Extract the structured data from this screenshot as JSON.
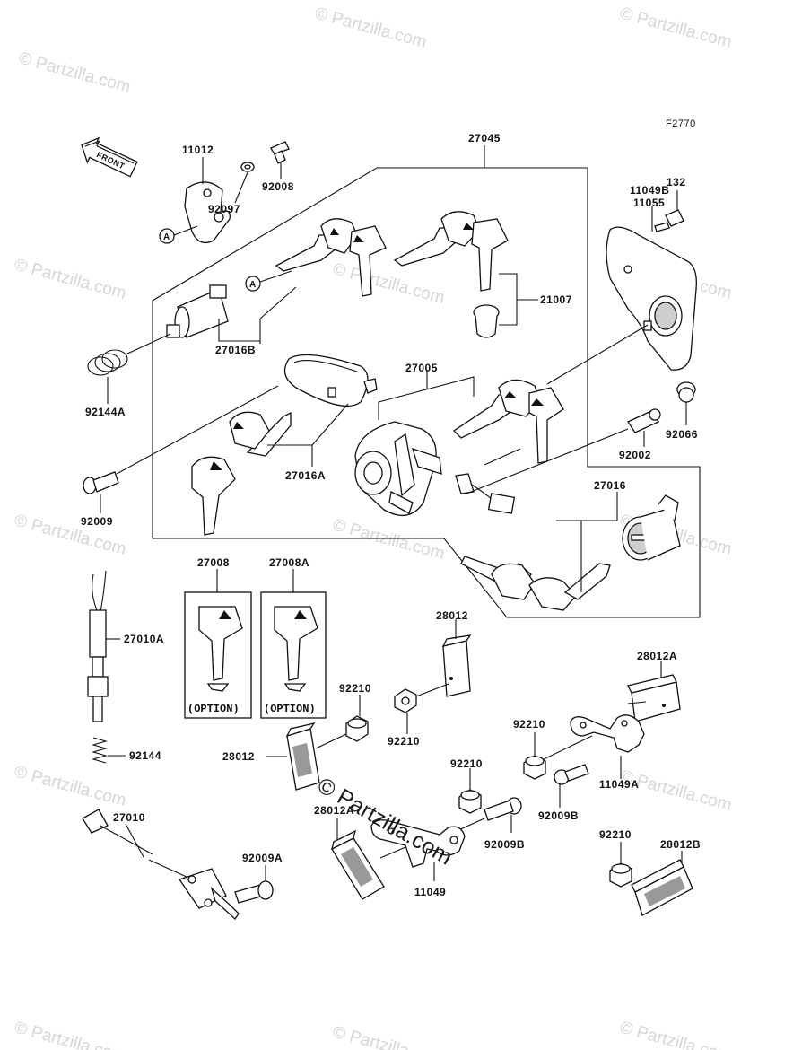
{
  "diagram": {
    "code": "F2770",
    "front_label": "FRONT",
    "watermark": "© Partzilla.com",
    "center_watermark": "© Partzilla.com",
    "callout_a": "A",
    "option_text": "(OPTION)",
    "parts": {
      "p27045": "27045",
      "p11012": "11012",
      "p92008": "92008",
      "p92097": "92097",
      "p11049B": "11049B",
      "p11055": "11055",
      "p132": "132",
      "p21007": "21007",
      "p27016B": "27016B",
      "p92144A": "92144A",
      "p27005": "27005",
      "p92066": "92066",
      "p92002": "92002",
      "p27016A": "27016A",
      "p92009": "92009",
      "p27016": "27016",
      "p27008": "27008",
      "p27008A": "27008A",
      "p27010A": "27010A",
      "p28012_top": "28012",
      "p92210_a": "92210",
      "p92210_b": "92210",
      "p28012A_top": "28012A",
      "p92144": "92144",
      "p28012_mid": "28012",
      "p92210_c": "92210",
      "p92210_d": "92210",
      "p11049A": "11049A",
      "p27010": "27010",
      "p28012A_bot": "28012A",
      "p92009B_a": "92009B",
      "p92009B_b": "92009B",
      "p92009A": "92009A",
      "p92210_e": "92210",
      "p28012B": "28012B",
      "p11049": "11049"
    }
  }
}
